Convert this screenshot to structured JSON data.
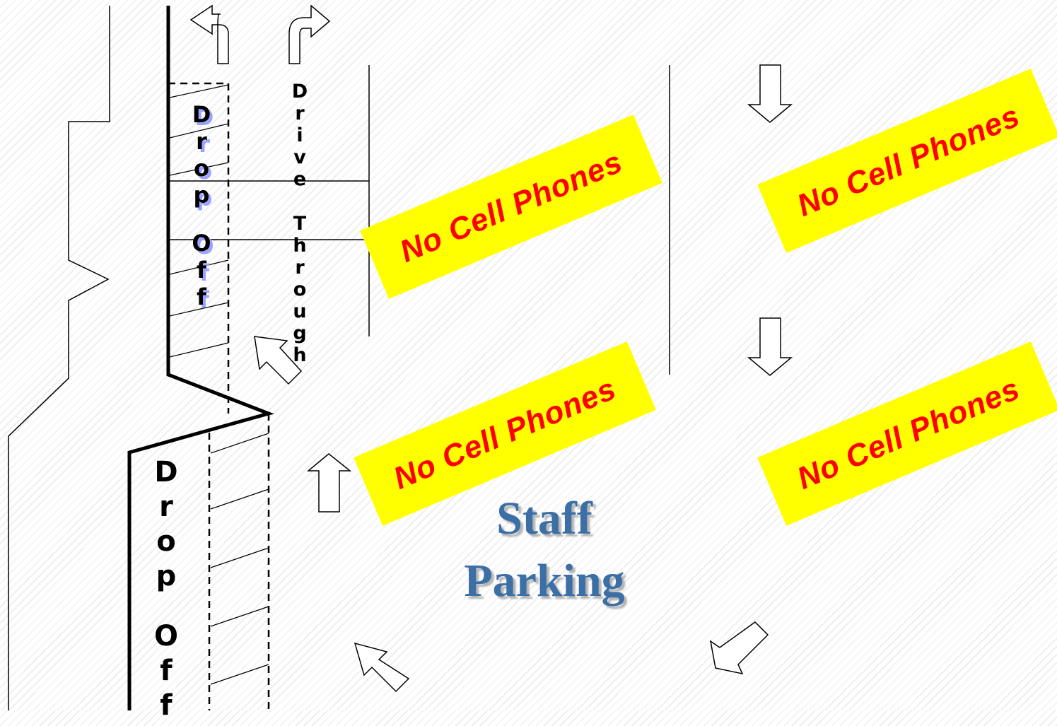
{
  "signs": {
    "no_cell_phones": [
      "No Cell Phones",
      "No Cell Phones",
      "No Cell Phones",
      "No Cell Phones"
    ]
  },
  "labels": {
    "drop_off_upper": [
      "D",
      "r",
      "o",
      "p",
      "",
      "O",
      "f",
      "f"
    ],
    "drop_off_lower": [
      "D",
      "r",
      "o",
      "p",
      "",
      "O",
      "f",
      "f"
    ],
    "drive_through": [
      "D",
      "r",
      "i",
      "v",
      "e",
      "",
      "T",
      "h",
      "r",
      "o",
      "u",
      "g",
      "h"
    ]
  },
  "staff_parking": {
    "line1": "Staff",
    "line2": "Parking"
  },
  "colors": {
    "sign_background": "#ffff00",
    "sign_text": "#ff0000",
    "staff_parking_text": "#3b6fa6",
    "drop_off_shadow": "#9aa3ff"
  }
}
